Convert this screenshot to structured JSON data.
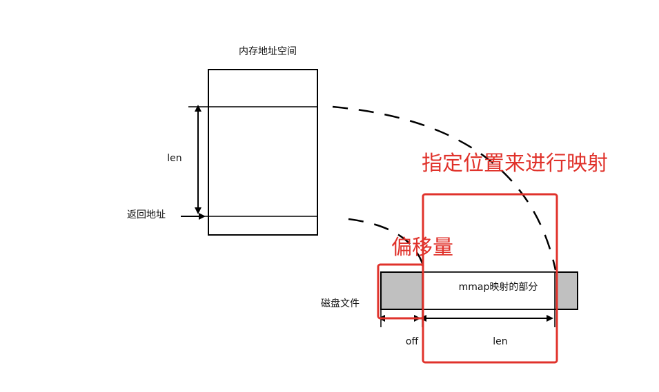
{
  "memory_space": {
    "title": "内存地址空间",
    "len_label": "len",
    "return_address_label": "返回地址"
  },
  "disk_file": {
    "label": "磁盘文件",
    "mapped_part_label": "mmap映射的部分",
    "off_label": "off",
    "len_label": "len"
  },
  "annotations": {
    "specify_position": "指定位置来进行映射",
    "offset": "偏移量"
  },
  "colors": {
    "line": "#000000",
    "disk_fill": "#c0c0c0",
    "highlight": "#e0322b",
    "background": "#ffffff"
  }
}
